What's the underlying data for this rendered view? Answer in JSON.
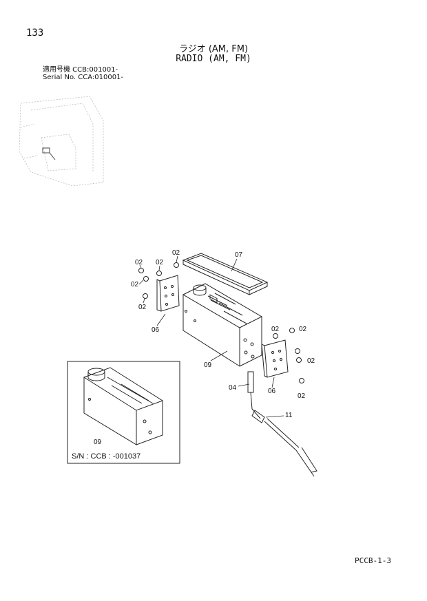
{
  "header": {
    "page_number": "133",
    "title_jp": "ラジオ (AM, FM)",
    "title_en": "RADIO (AM, FM)",
    "serial_line1": "適用号機  CCB:001001-",
    "serial_line2": "Serial No. CCA:010001-"
  },
  "callouts": {
    "c02_a": "02",
    "c02_b": "02",
    "c02_c": "02",
    "c02_d": "02",
    "c02_e": "02",
    "c02_f": "02",
    "c02_g": "02",
    "c02_h": "02",
    "c02_i": "02",
    "c07": "07",
    "c06_a": "06",
    "c06_b": "06",
    "c09": "09",
    "c04": "04",
    "c11": "11",
    "c09_inset": "09"
  },
  "inset": {
    "caption": "S/N : CCB : -001037"
  },
  "footer": {
    "code": "PCCB-1-3"
  }
}
